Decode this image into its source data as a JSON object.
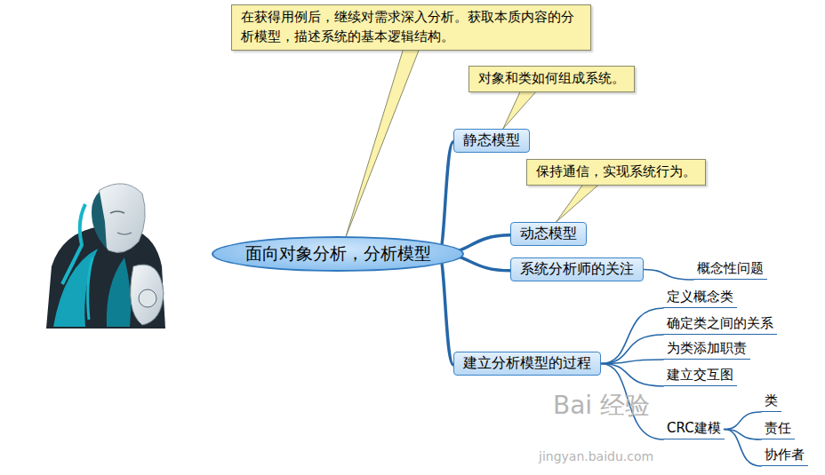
{
  "diagram": {
    "nodes": [
      {
        "text": [
          "面向对象分析，分析模型"
        ]
      },
      {
        "text": [
          "在获得用例后，继续对需求深入分析。获取本质内容的分析模型，描述系统的基本逻辑结构。"
        ]
      },
      {
        "text": [
          "静态模型"
        ]
      },
      {
        "text": [
          "对象和类如何组成系统。"
        ]
      },
      {
        "text": [
          "动态模型"
        ]
      },
      {
        "text": [
          "保持通信，实现系统行为。"
        ]
      },
      {
        "text": [
          "系统分析师的关注"
        ]
      },
      {
        "text": [
          "概念性问题"
        ]
      },
      {
        "text": [
          "建立分析模型的过程"
        ]
      },
      {
        "text": [
          "定义概念类"
        ]
      },
      {
        "text": [
          "确定类之间的关系"
        ]
      },
      {
        "text": [
          "为类添加职责"
        ]
      },
      {
        "text": [
          "建立交互图"
        ]
      },
      {
        "text": [
          "CRC建模"
        ]
      },
      {
        "text": [
          "类"
        ]
      },
      {
        "text": [
          "责任"
        ]
      },
      {
        "text": [
          "协作者"
        ]
      }
    ],
    "edges": [
      {
        "from": 0,
        "to": 1,
        "arrow": "none"
      },
      {
        "from": 0,
        "to": 2,
        "arrow": "none"
      },
      {
        "from": 2,
        "to": 3,
        "arrow": "none"
      },
      {
        "from": 0,
        "to": 4,
        "arrow": "none"
      },
      {
        "from": 4,
        "to": 5,
        "arrow": "none"
      },
      {
        "from": 0,
        "to": 6,
        "arrow": "none"
      },
      {
        "from": 6,
        "to": 7,
        "arrow": "none"
      },
      {
        "from": 0,
        "to": 8,
        "arrow": "none"
      },
      {
        "from": 8,
        "to": 9,
        "arrow": "none"
      },
      {
        "from": 8,
        "to": 10,
        "arrow": "none"
      },
      {
        "from": 8,
        "to": 11,
        "arrow": "none"
      },
      {
        "from": 8,
        "to": 12,
        "arrow": "none"
      },
      {
        "from": 8,
        "to": 13,
        "arrow": "none"
      },
      {
        "from": 13,
        "to": 14,
        "arrow": "none"
      },
      {
        "from": 13,
        "to": 15,
        "arrow": "none"
      },
      {
        "from": 13,
        "to": 16,
        "arrow": "none"
      }
    ],
    "labels": [
      "Bai 经验",
      "jingyan.baidu.com"
    ]
  }
}
